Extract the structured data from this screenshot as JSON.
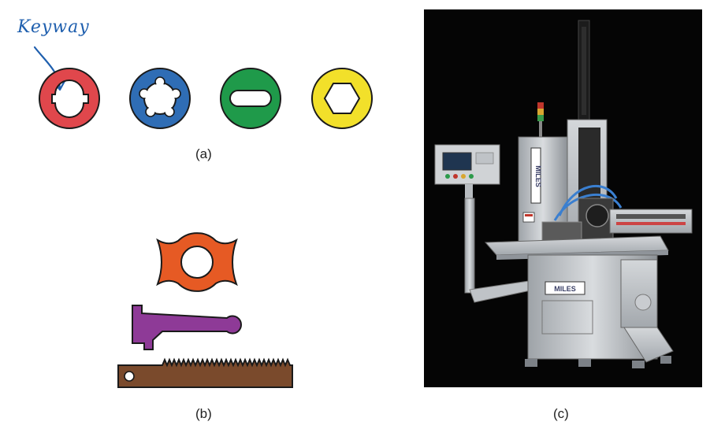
{
  "annotation": {
    "text": "Keyway"
  },
  "captions": {
    "a": "(a)",
    "b": "(b)",
    "c": "(c)"
  },
  "machine": {
    "brand_tower": "MILES",
    "brand_base": "MILES"
  },
  "colors": {
    "red": "#e0474c",
    "blue": "#2f6db5",
    "green": "#1f9a4a",
    "yellow": "#f2e02a",
    "orange": "#e65a24",
    "purple": "#8e3a97",
    "brown": "#7a4a2c",
    "ink": "#1f5fae"
  }
}
